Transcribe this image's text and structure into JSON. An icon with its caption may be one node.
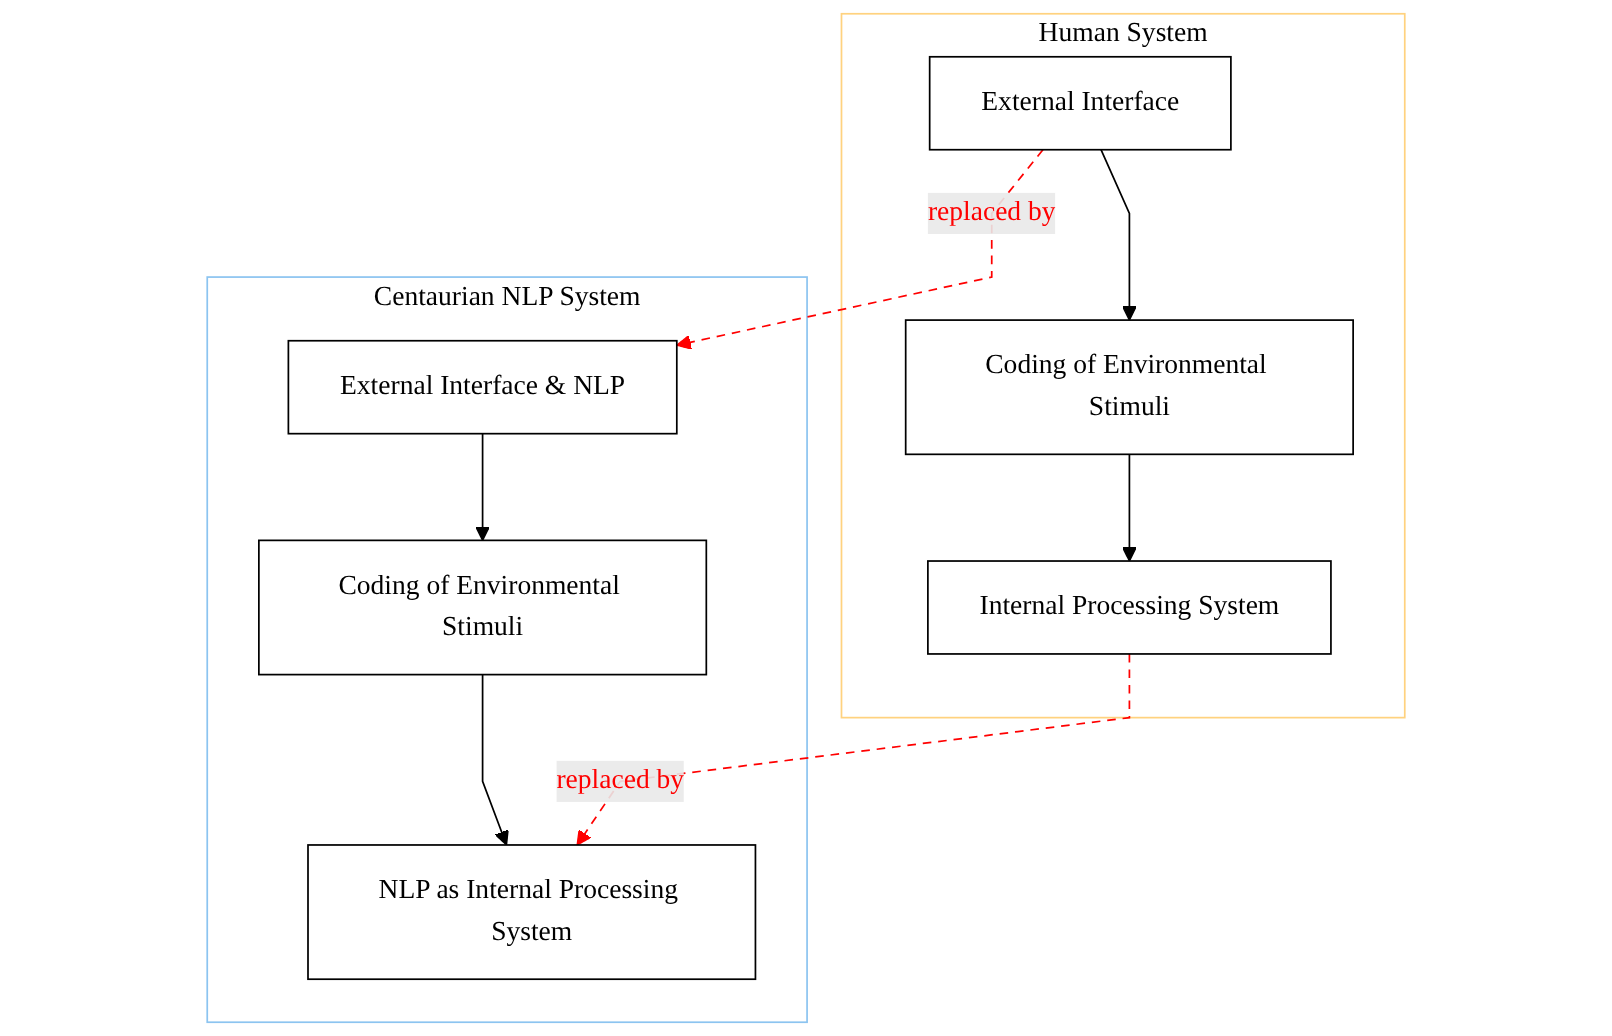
{
  "diagram": {
    "nodes": [
      {
        "text": [
          "Human System"
        ]
      },
      {
        "text": [
          "External Interface"
        ],
        "in": 0
      },
      {
        "text": [
          "Coding of Environmental Stimuli"
        ],
        "in": 0
      },
      {
        "text": [
          "Internal Processing System"
        ],
        "in": 0
      },
      {
        "text": [
          "Centaurian NLP System"
        ]
      },
      {
        "text": [
          "External Interface & NLP"
        ],
        "in": 4
      },
      {
        "text": [
          "Coding of Environmental Stimuli"
        ],
        "in": 4
      },
      {
        "text": [
          "NLP as Internal Processing System"
        ],
        "in": 4
      }
    ],
    "edges": [
      {
        "from": 1,
        "to": 2,
        "arrow": "to"
      },
      {
        "from": 2,
        "to": 3,
        "arrow": "to"
      },
      {
        "from": 1,
        "to": 5,
        "arrow": "to",
        "label": "replaced by",
        "style": "dashed",
        "color": "#ff0000"
      },
      {
        "from": 5,
        "to": 6,
        "arrow": "to"
      },
      {
        "from": 6,
        "to": 7,
        "arrow": "to"
      },
      {
        "from": 3,
        "to": 7,
        "arrow": "to",
        "label": "replaced by",
        "style": "dashed",
        "color": "#ff0000"
      }
    ]
  }
}
